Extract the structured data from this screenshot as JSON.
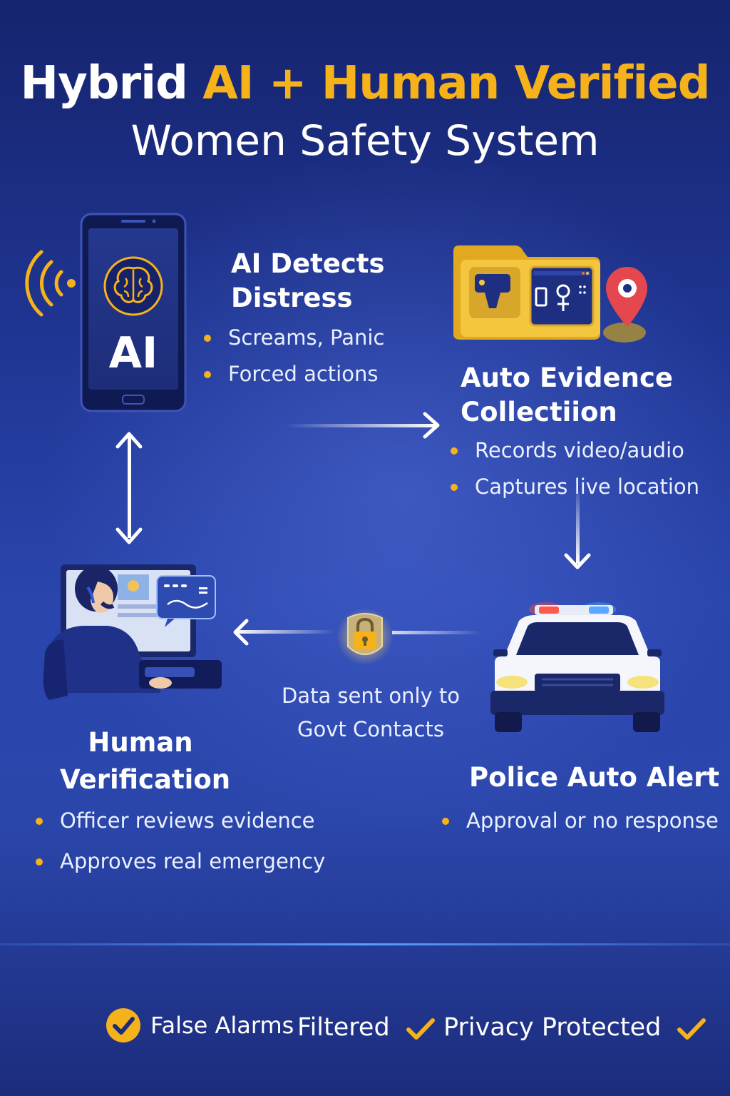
{
  "title": {
    "prefix": "Hybrid",
    "highlight": "AI + Human Verified",
    "subtitle": "Women Safety System"
  },
  "steps": {
    "ai_detect": {
      "icon_label": "AI",
      "heading_line1": "AI Detects",
      "heading_line2": "Distress",
      "bullets": [
        "Screams, Panic",
        "Forced actions"
      ]
    },
    "evidence": {
      "heading_line1": "Auto Evidence",
      "heading_line2": "Collectiion",
      "bullets": [
        "Records video/audio",
        "Captures live location"
      ]
    },
    "police": {
      "heading": "Police Auto Alert",
      "bullets": [
        "Approval or no response"
      ]
    },
    "human": {
      "heading_line1": "Human",
      "heading_line2": "Verification",
      "bullets": [
        "Officer reviews evidence",
        "Approves real emergency"
      ]
    }
  },
  "lock_caption": {
    "line1": "Data sent only to",
    "line2": "Govt Contacts"
  },
  "footer": {
    "item1": "False Alarms",
    "item2": "Filtered",
    "item3": "Privacy Protected"
  },
  "colors": {
    "accent": "#f6b21b",
    "background": "#2a45ad",
    "text": "#ffffff"
  },
  "icons": [
    "signal-waves-icon",
    "brain-icon",
    "smartphone-icon",
    "evidence-folder-icon",
    "location-pin-icon",
    "police-car-icon",
    "padlock-icon",
    "officer-at-computer-icon",
    "check-circle-icon",
    "checkmark-icon"
  ]
}
